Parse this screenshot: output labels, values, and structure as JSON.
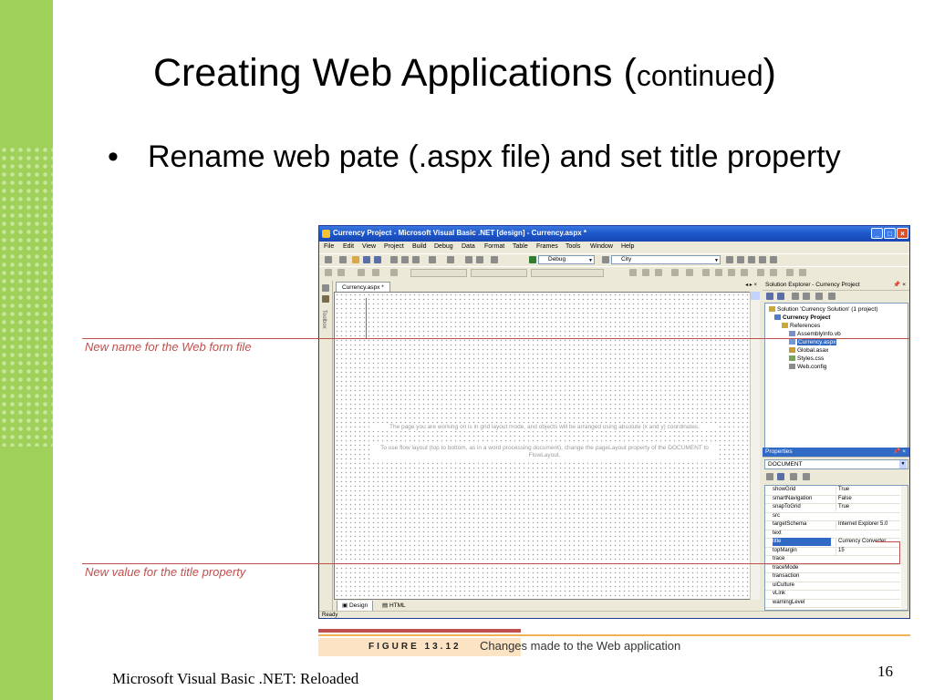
{
  "slide": {
    "title_main": "Creating Web Applications (",
    "title_small": "continued",
    "title_end": ")",
    "bullet": "Rename web pate (.aspx file) and set title property",
    "footer": "Microsoft Visual Basic .NET: Reloaded",
    "page_number": "16"
  },
  "window": {
    "title": "Currency Project - Microsoft Visual Basic .NET [design] - Currency.aspx *",
    "menu": [
      "File",
      "Edit",
      "View",
      "Project",
      "Build",
      "Debug",
      "Data",
      "Format",
      "Table",
      "Frames",
      "Tools",
      "Window",
      "Help"
    ],
    "toolbar": {
      "config": "Debug",
      "find": "City"
    },
    "toolbox_label": "Toolbox",
    "document_tab": "Currency.aspx *",
    "designer_message_1": "The page you are working on is in grid layout mode, and objects will be arranged using absolute (x and y) coordinates.",
    "designer_message_2": "To use flow layout (top to bottom, as in a word processing document), change the pageLayout property of the DOCUMENT to FlowLayout.",
    "view_tabs": [
      "Design",
      "HTML"
    ],
    "status": "Ready"
  },
  "solution_explorer": {
    "header": "Solution Explorer - Currency Project",
    "items": [
      {
        "label": "Solution 'Currency Solution' (1 project)"
      },
      {
        "label": "Currency Project"
      },
      {
        "label": "References"
      },
      {
        "label": "AssemblyInfo.vb"
      },
      {
        "label": "Currency.aspx"
      },
      {
        "label": "Global.asax"
      },
      {
        "label": "Styles.css"
      },
      {
        "label": "Web.config"
      }
    ]
  },
  "properties": {
    "header": "Properties",
    "object": "DOCUMENT",
    "rows": [
      {
        "name": "showGrid",
        "value": "True"
      },
      {
        "name": "smartNavigation",
        "value": "False"
      },
      {
        "name": "snapToGrid",
        "value": "True"
      },
      {
        "name": "src",
        "value": ""
      },
      {
        "name": "targetSchema",
        "value": "Internet Explorer 5.0"
      },
      {
        "name": "text",
        "value": ""
      },
      {
        "name": "title",
        "value": "Currency Converter"
      },
      {
        "name": "topMargin",
        "value": "15"
      },
      {
        "name": "trace",
        "value": ""
      },
      {
        "name": "traceMode",
        "value": ""
      },
      {
        "name": "transaction",
        "value": ""
      },
      {
        "name": "uiCulture",
        "value": ""
      },
      {
        "name": "vLink",
        "value": ""
      },
      {
        "name": "warningLevel",
        "value": ""
      }
    ]
  },
  "callouts": {
    "file": "New name for the Web form file",
    "title": "New value for the title property"
  },
  "figure": {
    "label": "FIGURE 13.12",
    "caption": "Changes made to the Web application"
  },
  "colors": {
    "accent_green": "#9fd05a",
    "callout_red": "#c0504d",
    "xp_blue": "#1c55c8"
  }
}
